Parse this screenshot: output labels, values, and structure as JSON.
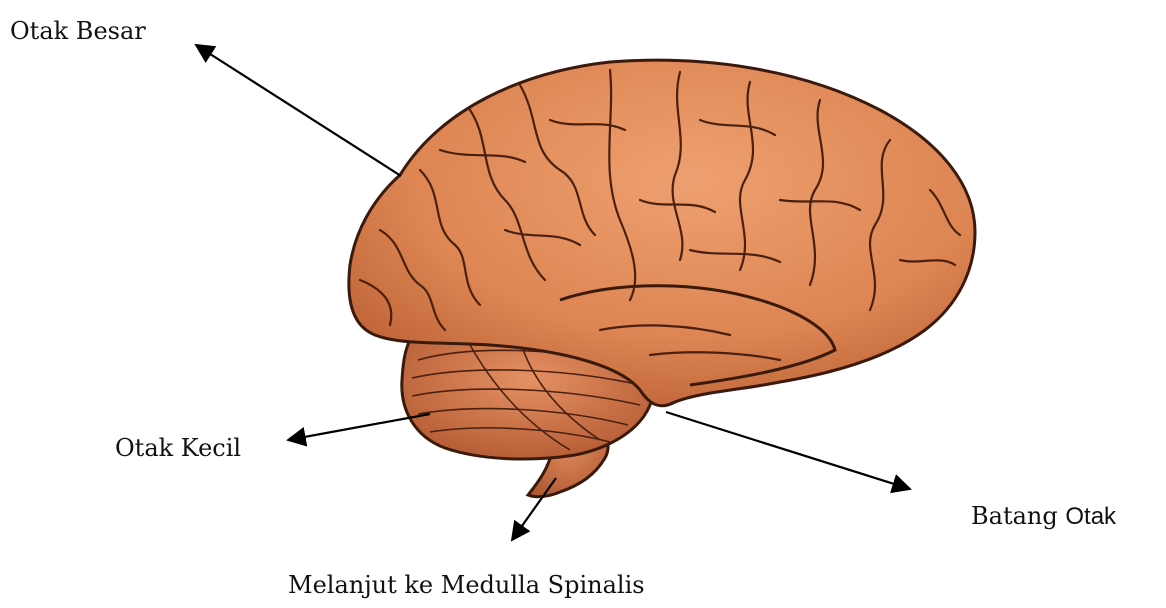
{
  "labels": {
    "cerebrum": "Otak Besar",
    "cerebellum": "Otak Kecil",
    "brainstem_word1": "Batang",
    "brainstem_word2": "Otak",
    "spinal": "Melanjut ke Medulla Spinalis"
  },
  "colors": {
    "brain_fill": "#E0895A",
    "brain_shadow": "#B85C32",
    "brain_outline": "#3A1A0C",
    "sulcus": "#4A2010",
    "arrow": "#000000"
  }
}
